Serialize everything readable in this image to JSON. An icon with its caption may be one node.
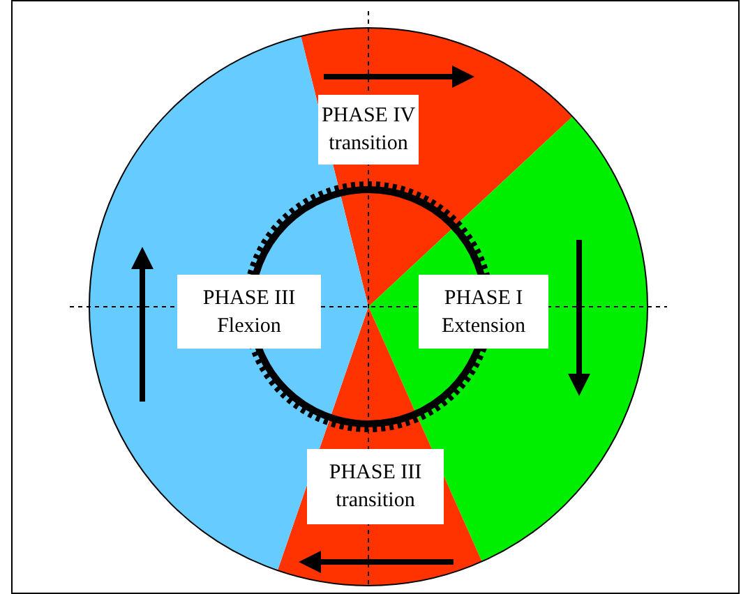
{
  "diagram": {
    "nodes": [
      {
        "text": [
          "PHASE IV",
          "transition"
        ]
      },
      {
        "text": [
          "PHASE III",
          "Flexion"
        ]
      },
      {
        "text": [
          "PHASE I",
          "Extension"
        ]
      },
      {
        "text": [
          "PHASE III",
          "transition"
        ]
      }
    ]
  }
}
